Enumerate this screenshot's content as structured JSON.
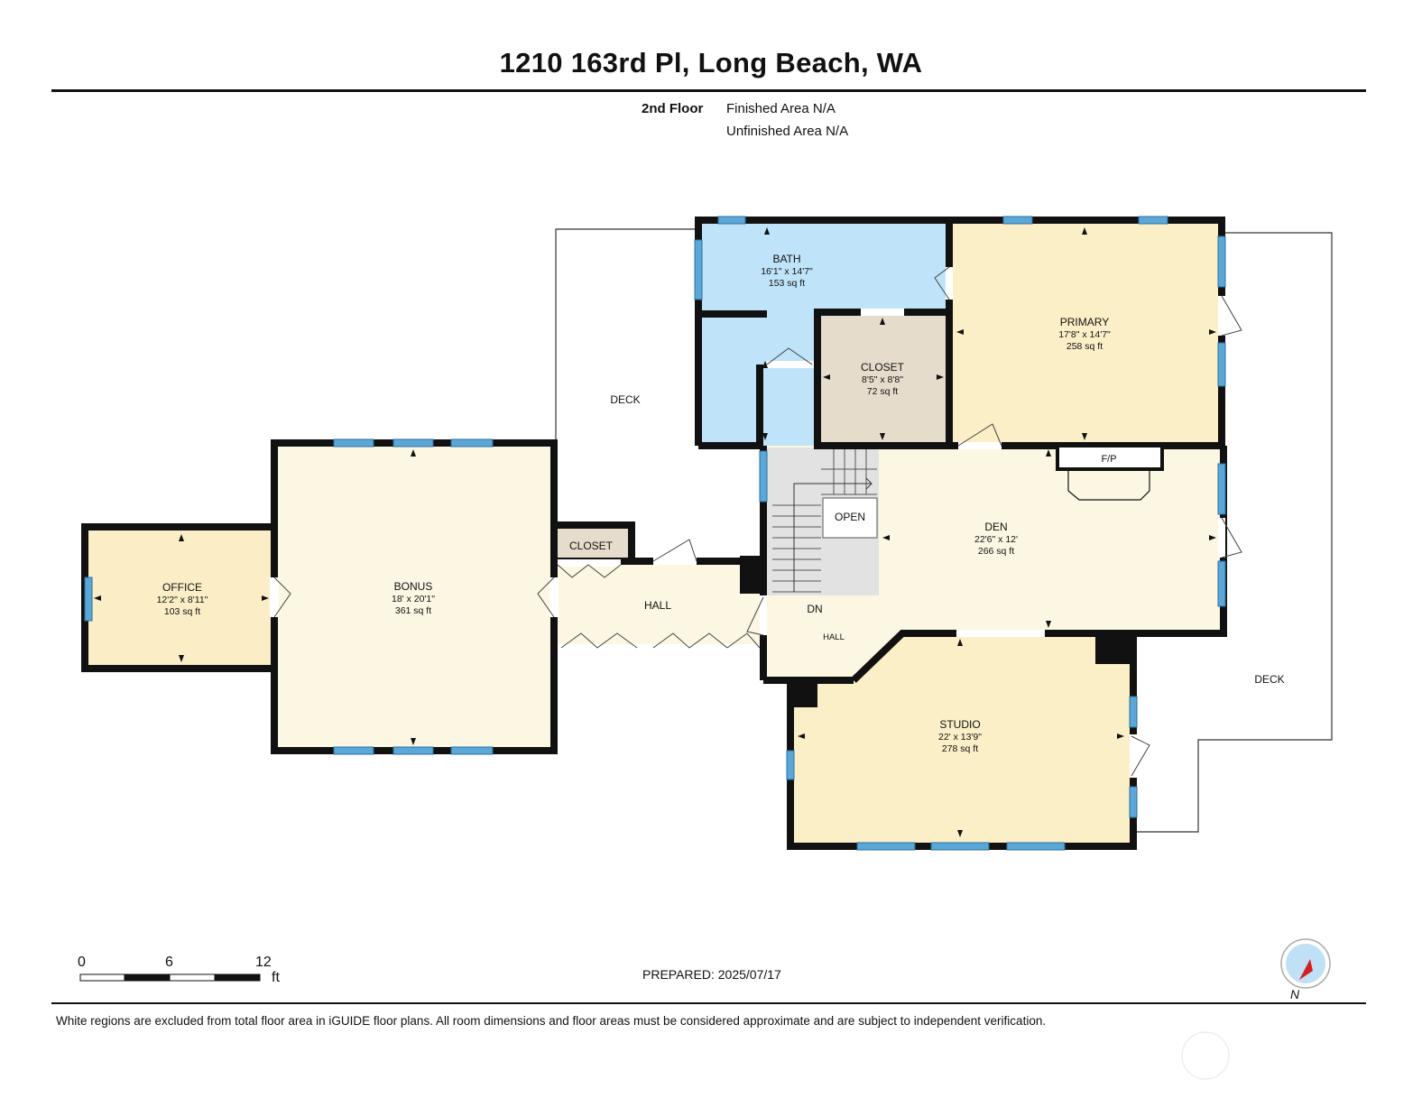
{
  "header": {
    "title": "1210 163rd Pl, Long Beach, WA",
    "floor": "2nd Floor",
    "finished_area": "Finished Area N/A",
    "unfinished_area": "Unfinished Area N/A"
  },
  "rooms": {
    "bath": {
      "name": "BATH",
      "dims": "16'1\" x 14'7\"",
      "area": "153 sq ft"
    },
    "primary": {
      "name": "PRIMARY",
      "dims": "17'8\" x 14'7\"",
      "area": "258 sq ft"
    },
    "closet_main": {
      "name": "CLOSET",
      "dims": "8'5\" x 8'8\"",
      "area": "72 sq ft"
    },
    "bonus": {
      "name": "BONUS",
      "dims": "18' x 20'1\"",
      "area": "361 sq ft"
    },
    "office": {
      "name": "OFFICE",
      "dims": "12'2\" x 8'11\"",
      "area": "103 sq ft"
    },
    "den": {
      "name": "DEN",
      "dims": "22'6\" x 12'",
      "area": "266 sq ft"
    },
    "studio": {
      "name": "STUDIO",
      "dims": "22' x 13'9\"",
      "area": "278 sq ft"
    }
  },
  "labels": {
    "deck": "DECK",
    "closet_small": "CLOSET",
    "hall": "HALL",
    "hall_small": "HALL",
    "open": "OPEN",
    "dn": "DN",
    "fp": "F/P",
    "compass_n": "N"
  },
  "colors": {
    "bath": "#bfe3f8",
    "primary": "#fbefc8",
    "closet": "#e6dccb",
    "bonus": "#fcf7e2",
    "office": "#fbeec6",
    "den": "#fcf7e2",
    "studio": "#fbefc8",
    "wall": "#111111",
    "window": "#5ba7d8"
  },
  "scale": {
    "marks": [
      "0",
      "6",
      "12"
    ],
    "unit": "ft"
  },
  "footer": {
    "prepared": "PREPARED: 2025/07/17",
    "disclaimer": "White regions are excluded from total floor area in iGUIDE floor plans. All room dimensions and floor areas must be considered approximate and are subject to independent verification."
  }
}
